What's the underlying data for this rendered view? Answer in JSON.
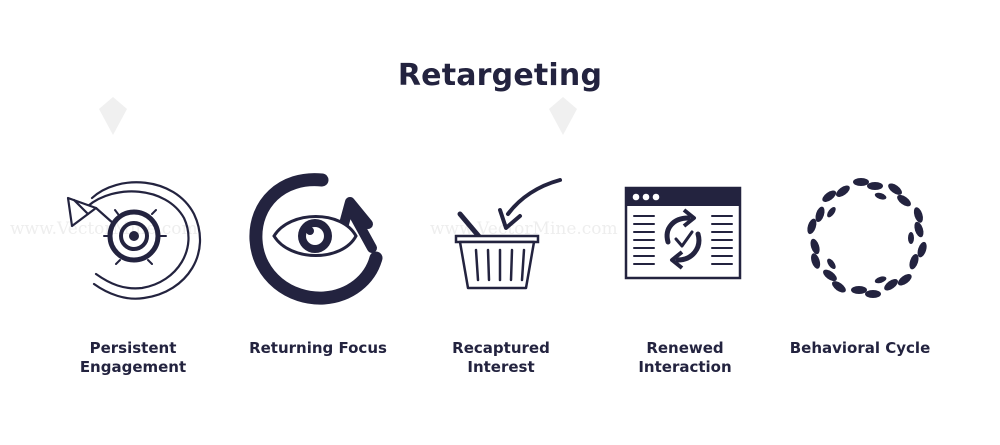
{
  "title": "Retargeting",
  "watermark": "www.VectorMine.com",
  "items": [
    {
      "label": "Persistent\nEngagement",
      "icon": "target-arrow-icon"
    },
    {
      "label": "Returning Focus",
      "icon": "eye-arrow-icon"
    },
    {
      "label": "Recaptured\nInterest",
      "icon": "basket-arrow-icon"
    },
    {
      "label": "Renewed\nInteraction",
      "icon": "browser-refresh-icon"
    },
    {
      "label": "Behavioral Cycle",
      "icon": "footprints-cycle-icon"
    }
  ],
  "colors": {
    "ink": "#23233f",
    "background": "#ffffff"
  }
}
